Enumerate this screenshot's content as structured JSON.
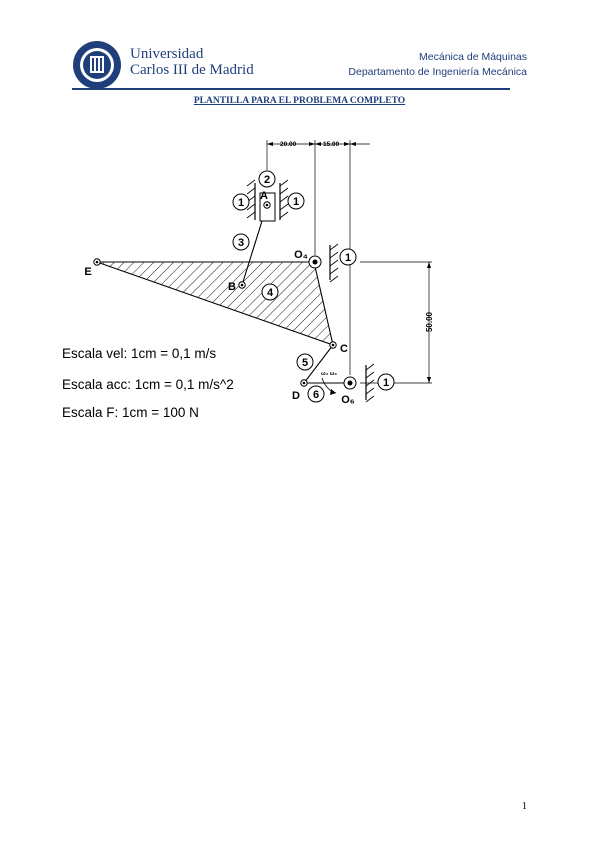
{
  "header": {
    "university_line1": "Universidad",
    "university_line2": "Carlos III de Madrid",
    "course": "Mecánica de Máquinas",
    "department": "Departamento de Ingeniería Mecánica"
  },
  "title": "PLANTILLA PARA EL PROBLEMA COMPLETO",
  "diagram": {
    "dim_a": "20.00",
    "dim_b": "15.00",
    "dim_c": "50.00",
    "point_a": "A",
    "point_b": "B",
    "point_c": "C",
    "point_d": "D",
    "point_e": "E",
    "point_o4": "O₄",
    "point_o6": "O₆",
    "link_2": "2",
    "link_3": "3",
    "link_4": "4",
    "link_5": "5",
    "link_6": "6",
    "ground_1": "1",
    "omega_label": "ω₄ ω₆"
  },
  "scales": [
    "Escala vel: 1cm = 0,1 m/s",
    "Escala acc: 1cm = 0,1 m/s^2",
    "Escala F: 1cm = 100 N"
  ],
  "page_number": "1"
}
